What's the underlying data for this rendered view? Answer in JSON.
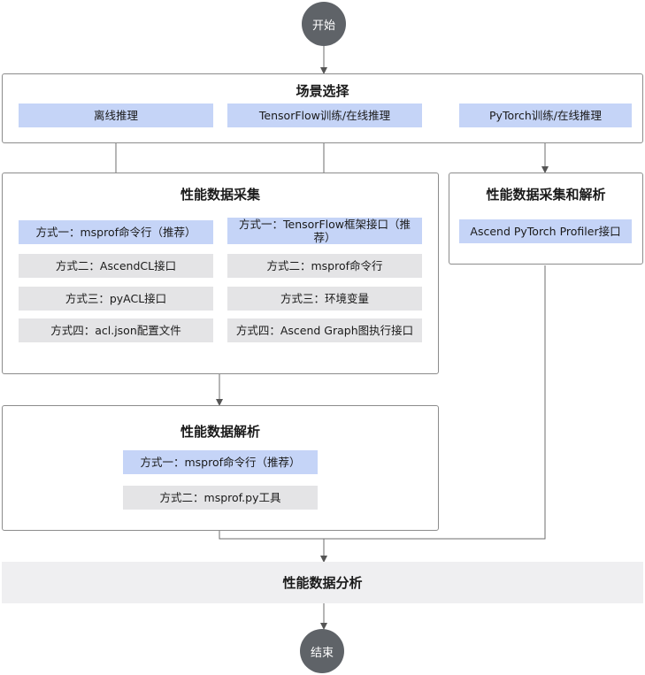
{
  "start": "开始",
  "end": "结束",
  "scene": {
    "title": "场景选择",
    "items": [
      "离线推理",
      "TensorFlow训练/在线推理",
      "PyTorch训练/在线推理"
    ]
  },
  "collect": {
    "title": "性能数据采集",
    "left": [
      "方式一：msprof命令行（推荐）",
      "方式二：AscendCL接口",
      "方式三：pyACL接口",
      "方式四：acl.json配置文件"
    ],
    "right": [
      "方式一：TensorFlow框架接口（推荐）",
      "方式二：msprof命令行",
      "方式三：环境变量",
      "方式四：Ascend Graph图执行接口"
    ]
  },
  "collect_parse": {
    "title": "性能数据采集和解析",
    "item": "Ascend PyTorch Profiler接口"
  },
  "parse": {
    "title": "性能数据解析",
    "items": [
      "方式一：msprof命令行（推荐）",
      "方式二：msprof.py工具"
    ]
  },
  "analysis": {
    "title": "性能数据分析"
  },
  "colors": {
    "circle": "#5f6368",
    "blue_box": "#c5d4f7",
    "gray_box": "#e4e4e6",
    "analysis_band": "#efeff1"
  }
}
